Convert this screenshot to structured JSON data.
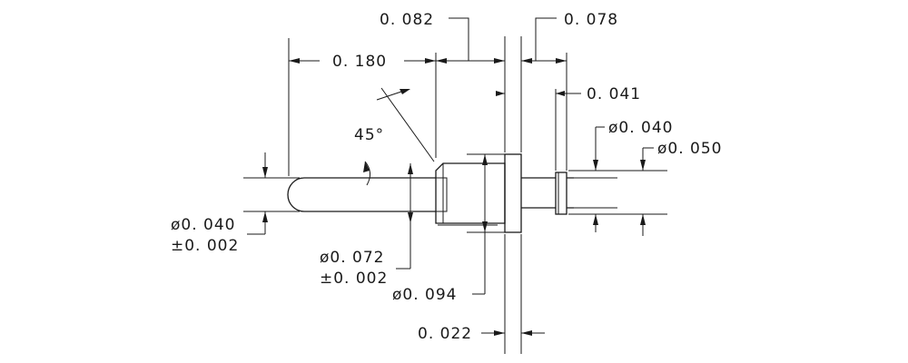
{
  "drawing": {
    "labels": {
      "len_0180": "0. 180",
      "len_0082": "0. 082",
      "len_0078": "0. 078",
      "len_0041": "0. 041",
      "angle_45": "45°",
      "dia_0040_right": "ø0. 040",
      "dia_0050": "ø0. 050",
      "dia_0040_left": "ø0. 040",
      "tol_0002_left": "±0. 002",
      "dia_0072": "ø0. 072",
      "tol_0002_mid": "±0. 002",
      "dia_0094": "ø0. 094",
      "len_0022": "0. 022"
    },
    "colors": {
      "ink": "#1a1a1a",
      "paper": "#ffffff"
    }
  }
}
